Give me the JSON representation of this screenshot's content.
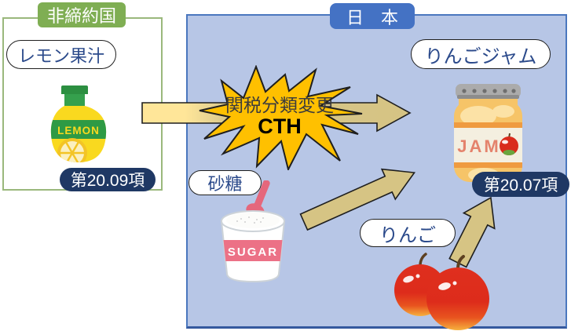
{
  "diagram": {
    "non_party": {
      "title": "非締約国",
      "item": "レモン果汁",
      "heading": "第20.09項"
    },
    "japan": {
      "title": "日　本",
      "product": "りんごジャム",
      "heading": "第20.07項",
      "sugar": "砂糖",
      "apple": "りんご"
    },
    "burst": {
      "line1": "関税分類変更",
      "line2": "CTH"
    },
    "art": {
      "lemon_text": "LEMON",
      "sugar_text": "SUGAR",
      "jam_text": "JAM"
    },
    "colors": {
      "japan_fill": "#b7c6e6",
      "japan_border": "#4a77be",
      "japan_title_bg": "#4472c4",
      "non_party_border": "#9ab87c",
      "non_party_title_bg": "#7fae53",
      "heading_badge_bg": "#1f3864",
      "label_text": "#2b4a8b",
      "burst_fill": "#ffc000",
      "arrow_light": "#ffe699",
      "arrow_dark": "#d6c484"
    }
  }
}
